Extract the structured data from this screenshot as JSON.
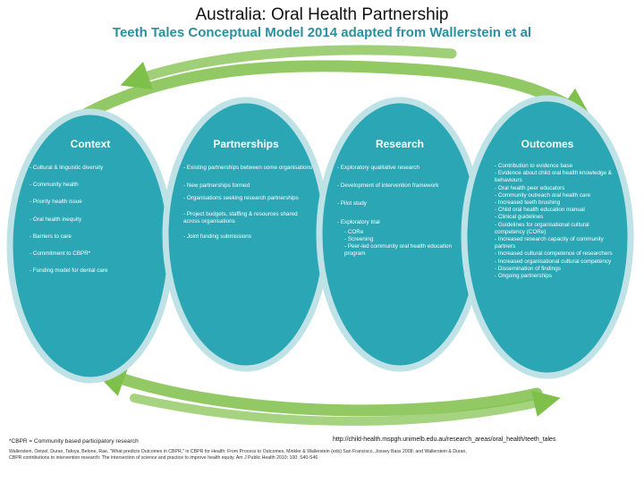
{
  "slide_title": "Australia: Oral Health Partnership",
  "diagram_title": "Teeth Tales Conceptual Model 2014 adapted from  Wallerstein et al",
  "colors": {
    "oval_fill": "#2aa6b4",
    "oval_border": "#bfe2e7",
    "arrow": "#7fc04a"
  },
  "ovals": [
    {
      "heading": "Context",
      "items": [
        "- Cultural & linguistic diversity",
        "- Community health",
        "- Priority health issue",
        "- Oral health inequity",
        "- Barriers to care",
        "- Commitment to CBPR*",
        "- Funding model for dental care"
      ]
    },
    {
      "heading": "Partnerships",
      "items": [
        "- Existing partnerships between some organisations",
        "- New partnerships formed",
        "- Organisations seeking research partnerships",
        "- Project budgets, staffing & resources shared across organisations",
        "- Joint funding submissions"
      ]
    },
    {
      "heading": "Research",
      "items": [
        "- Exploratory qualitative research",
        "- Development of intervention framework",
        "- Pilot study",
        "- Exploratory trial"
      ],
      "sub_items": [
        "- CORe",
        "- Screening",
        "- Peer-led community oral health education program"
      ]
    },
    {
      "heading": "Outcomes",
      "items": [
        "- Contribution to evidence base",
        "- Evidence about child oral health knowledge & behaviours",
        "- Oral health peer educators",
        "- Community outreach oral health care",
        "- Increased teeth brushing",
        "- Child oral health education manual",
        "- Clinical guidelines",
        "- Guidelines for organisational cultural competency (CORe)",
        "- Increased research capacity of community partners",
        "- Increased cultural competence of researchers",
        "- Increased organisational cultural competency",
        "- Dissemination of findings",
        "- Ongoing partnerships"
      ]
    }
  ],
  "footnote": "*CBPR = Community based participatory research",
  "source_url": "http://child-health.mspgh.unimelb.edu.au/research_areas/oral_health/teeth_tales",
  "references": "Wallerstein, Oetzel, Duran, Tafoya, Belone, Rae, \"What predicts Outcomes in CBPR,\" in CBPR for Health: From Process to Outcomes, Minkler & Wallerstein (eds) San Francisco, Jossey Bass 2008; and Wallerstein & Duran, CBPR contributions to intervention research: The intersection of science and practice to improve health equity. Am J Public Health 2010; 100: S40-S46"
}
